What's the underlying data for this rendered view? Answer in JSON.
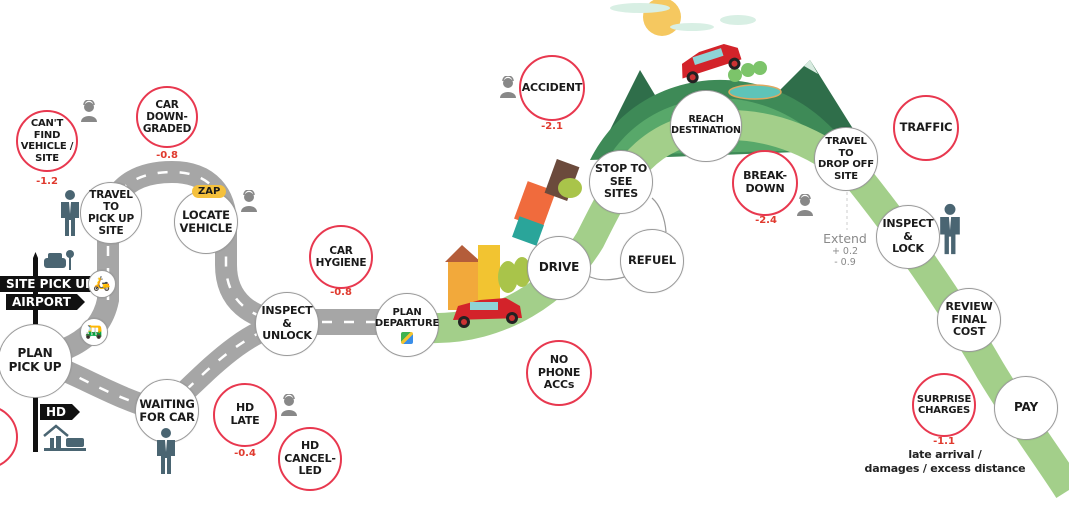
{
  "colors": {
    "road": "#a6a6a6",
    "path_green": "#a3cf8a",
    "hill_dark": "#3e8a57",
    "hill_mid": "#58a86a",
    "pain_border": "#e8384f",
    "step_border": "#9a9a9a",
    "score_red": "#e03a2e",
    "person": "#4a6572",
    "agent": "#8a8a8a"
  },
  "signposts": {
    "top_signs": [
      "SITE PICK UP",
      "AIRPORT"
    ],
    "bottom_sign": "HD"
  },
  "badge": {
    "zap": "ZAP"
  },
  "steps": [
    {
      "id": "plan-pick-up",
      "label": "PLAN\nPICK UP"
    },
    {
      "id": "travel-to-pick-up-site",
      "label": "TRAVEL\nTO\nPICK UP\nSITE"
    },
    {
      "id": "locate-vehicle",
      "label": "LOCATE\nVEHICLE"
    },
    {
      "id": "waiting-for-car",
      "label": "WAITING\nFOR CAR"
    },
    {
      "id": "inspect-unlock",
      "label": "INSPECT\n&\nUNLOCK"
    },
    {
      "id": "plan-departure",
      "label": "PLAN\nDEPARTURE"
    },
    {
      "id": "drive",
      "label": "DRIVE"
    },
    {
      "id": "refuel",
      "label": "REFUEL"
    },
    {
      "id": "stop-to-see-sites",
      "label": "STOP TO\nSEE\nSITES"
    },
    {
      "id": "reach-destination",
      "label": "REACH\nDESTINATION"
    },
    {
      "id": "travel-to-drop-off-site",
      "label": "TRAVEL\nTO\nDROP OFF\nSITE"
    },
    {
      "id": "inspect-lock",
      "label": "INSPECT\n&\nLOCK"
    },
    {
      "id": "review-final-cost",
      "label": "REVIEW\nFINAL\nCOST"
    },
    {
      "id": "pay",
      "label": "PAY"
    }
  ],
  "pain_points": [
    {
      "id": "cant-find-vehicle",
      "label": "CAN'T\nFIND\nVEHICLE /\nSITE",
      "score": "-1.2"
    },
    {
      "id": "car-downgraded",
      "label": "CAR\nDOWN-\nGRADED",
      "score": "-0.8"
    },
    {
      "id": "car-hygiene",
      "label": "CAR\nHYGIENE",
      "score": "-0.8"
    },
    {
      "id": "hd-late",
      "label": "HD\nLATE",
      "score": "-0.4"
    },
    {
      "id": "hd-cancelled",
      "label": "HD\nCANCEL-\nLED",
      "score": ""
    },
    {
      "id": "accident",
      "label": "ACCIDENT",
      "score": "-2.1"
    },
    {
      "id": "no-phone-accs",
      "label": "NO\nPHONE\nACCs",
      "score": ""
    },
    {
      "id": "breakdown",
      "label": "BREAK-\nDOWN",
      "score": "-2.4"
    },
    {
      "id": "traffic",
      "label": "TRAFFIC",
      "score": ""
    },
    {
      "id": "surprise-charges",
      "label": "SURPRISE\nCHARGES",
      "score": "-1.1"
    },
    {
      "id": "offscreen-left",
      "label": "",
      "score": ""
    }
  ],
  "extend": {
    "label": "Extend",
    "plus": "+ 0.2",
    "minus": "- 0.9"
  },
  "surprise_note": "late arrival /\ndamages / excess distance"
}
